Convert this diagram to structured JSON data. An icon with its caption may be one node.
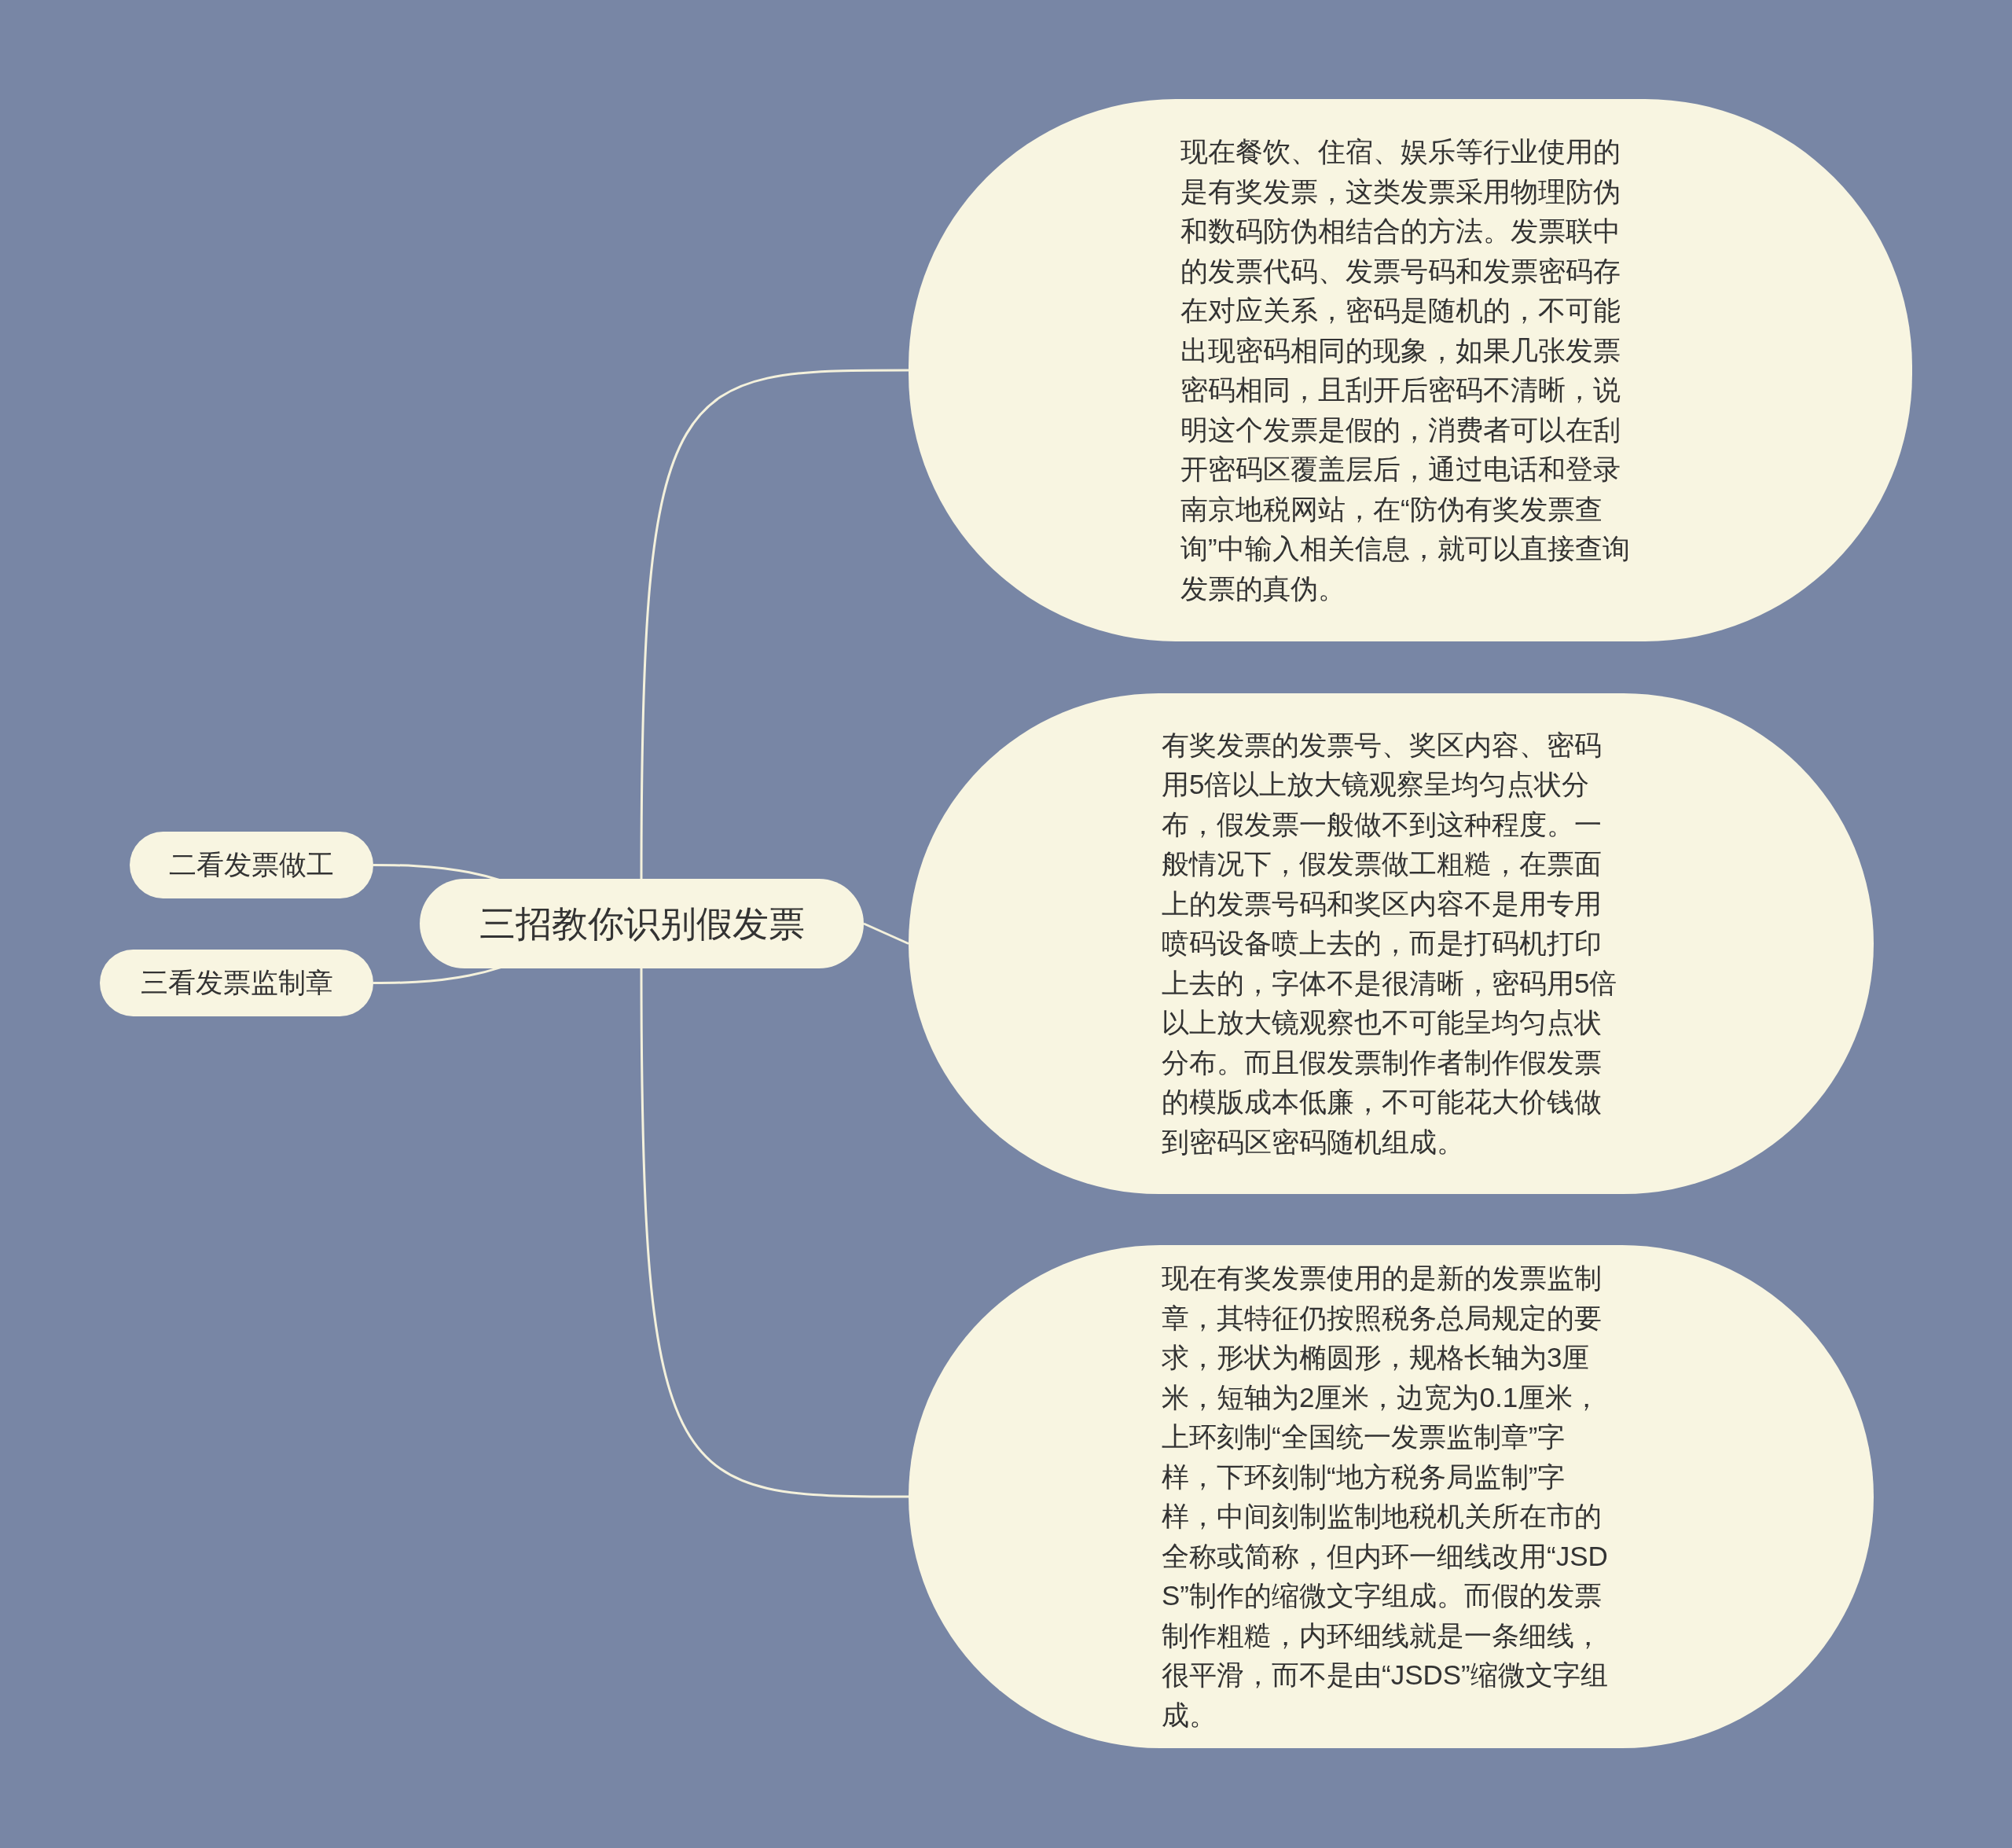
{
  "diagram": {
    "nodes": [
      {
        "text": [
          "三招教你识别假发票"
        ]
      },
      {
        "text": [
          "现在餐饮、住宿、娱乐等行业使用的是有奖发票，这类发票采用物理防伪和数码防伪相结合的方法。发票联中的发票代码、发票号码和发票密码存在对应关系，密码是随机的，不可能出现密码相同的现象，如果几张发票密码相同，且刮开后密码不清晰，说明这个发票是假的，消费者可以在刮开密码区覆盖层后，通过电话和登录南京地税网站，在“防伪有奖发票查询”中输入相关信息，就可以直接查询发票的真伪。"
        ]
      },
      {
        "text": [
          "有奖发票的发票号、奖区内容、密码用5倍以上放大镜观察呈均匀点状分布，假发票一般做不到这种程度。一般情况下，假发票做工粗糙，在票面上的发票号码和奖区内容不是用专用喷码设备喷上去的，而是打码机打印上去的，字体不是很清晰，密码用5倍以上放大镜观察也不可能呈均匀点状分布。而且假发票制作者制作假发票的模版成本低廉，不可能花大价钱做到密码区密码随机组成。"
        ]
      },
      {
        "text": [
          "现在有奖发票使用的是新的发票监制章，其特征仍按照税务总局规定的要求，形状为椭圆形，规格长轴为3厘米，短轴为2厘米，边宽为0.1厘米，上环刻制“全国统一发票监制章”字样，下环刻制“地方税务局监制”字样，中间刻制监制地税机关所在市的全称或简称，但内环一细线改用“JSDS”制作的缩微文字组成。而假的发票制作粗糙，内环细线就是一条细线，很平滑，而不是由“JSDS”缩微文字组成。"
        ]
      },
      {
        "text": [
          "二看发票做工"
        ]
      },
      {
        "text": [
          "三看发票监制章"
        ]
      }
    ],
    "edges": [
      {
        "from": 0,
        "to": 1,
        "arrow": "none"
      },
      {
        "from": 0,
        "to": 2,
        "arrow": "none"
      },
      {
        "from": 0,
        "to": 3,
        "arrow": "none"
      },
      {
        "from": 0,
        "to": 4,
        "arrow": "none"
      },
      {
        "from": 0,
        "to": 5,
        "arrow": "none"
      }
    ]
  }
}
